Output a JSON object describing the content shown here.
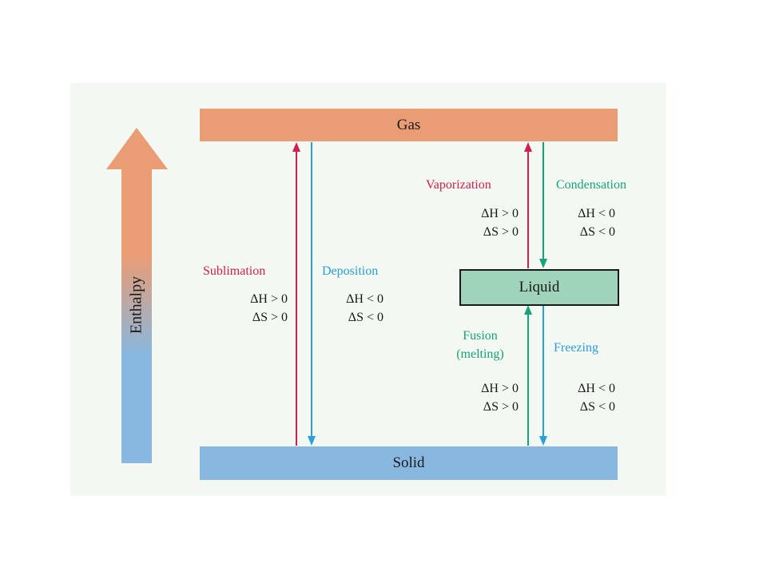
{
  "phases": {
    "gas": "Gas",
    "liquid": "Liquid",
    "solid": "Solid"
  },
  "axis": {
    "label": "Enthalpy"
  },
  "transitions": {
    "sublimation": {
      "name": "Sublimation",
      "dH": "ΔH > 0",
      "dS": "ΔS > 0"
    },
    "deposition": {
      "name": "Deposition",
      "dH": "ΔH < 0",
      "dS": "ΔS < 0"
    },
    "vaporization": {
      "name": "Vaporization",
      "dH": "ΔH > 0",
      "dS": "ΔS > 0"
    },
    "condensation": {
      "name": "Condensation",
      "dH": "ΔH < 0",
      "dS": "ΔS < 0"
    },
    "fusion": {
      "name": "Fusion",
      "name2": "(melting)",
      "dH": "ΔH > 0",
      "dS": "ΔS > 0"
    },
    "freezing": {
      "name": "Freezing",
      "dH": "ΔH < 0",
      "dS": "ΔS < 0"
    }
  },
  "colors": {
    "gas": "#ea9c74",
    "solid": "#88b8e0",
    "liquid": "#9fd3ba",
    "increase_arrow": "#d11f4f",
    "decrease_arrow": "#2a9fd8",
    "liquid_arrow": "#16a37a"
  }
}
